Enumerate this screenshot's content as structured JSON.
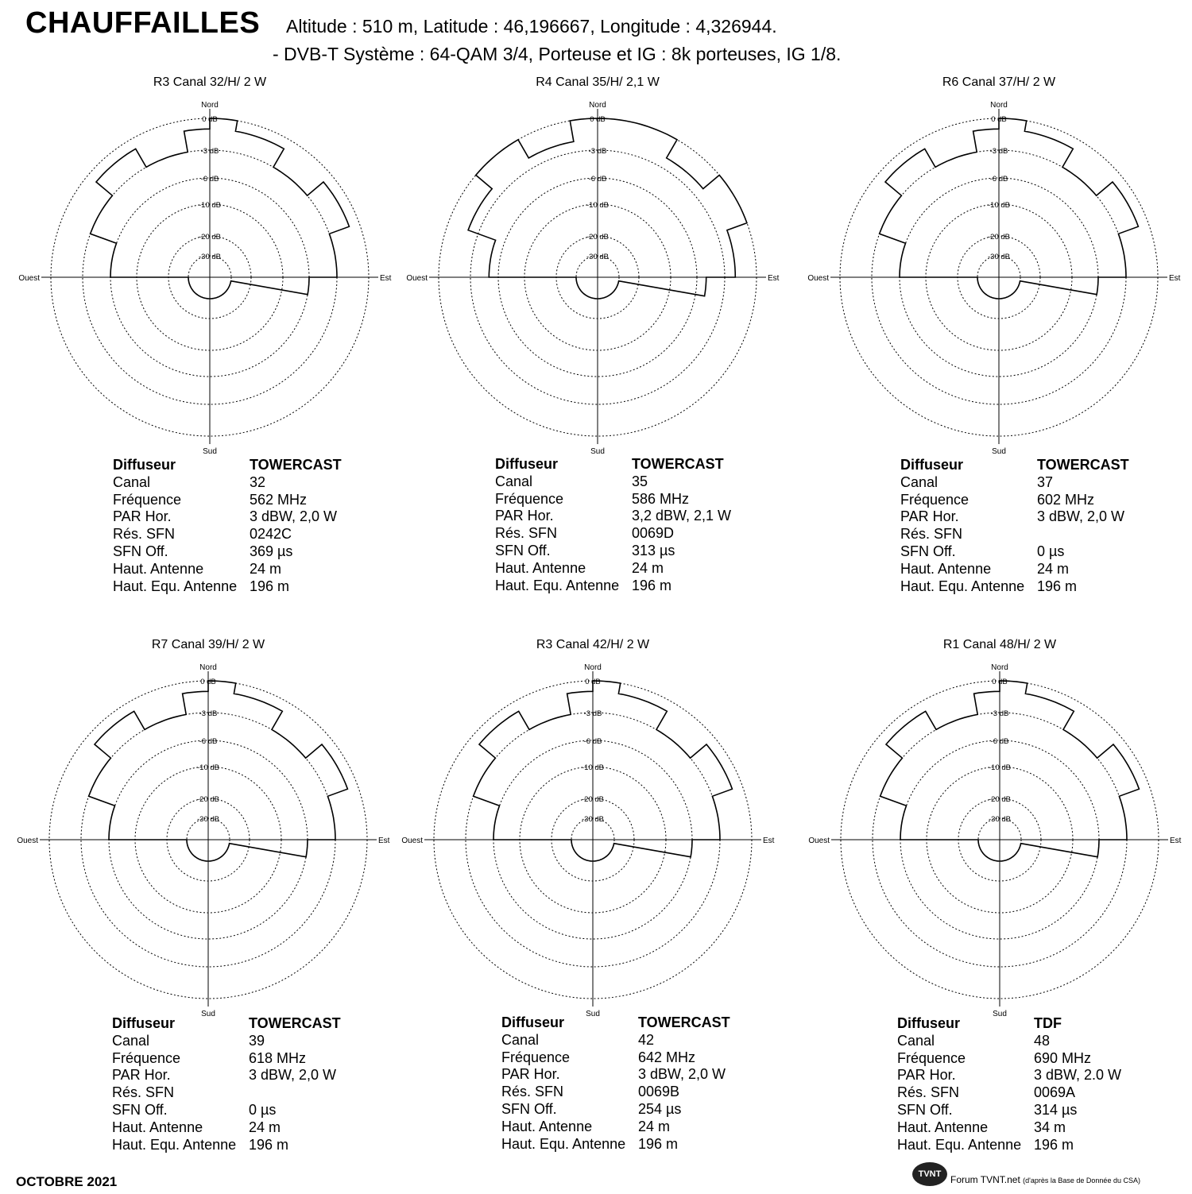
{
  "header": {
    "title": "CHAUFFAILLES",
    "line1": "Altitude : 510 m,  Latitude : 46,196667, Longitude : 4,326944.",
    "line2": "- DVB-T  Système : 64-QAM 3/4,  Porteuse et IG : 8k porteuses, IG 1/8."
  },
  "compass": {
    "north": "Nord",
    "south": "Sud",
    "east": "Est",
    "west": "Ouest"
  },
  "ring_labels": [
    "0 dB",
    "-3 dB",
    "-6 dB",
    "-10 dB",
    "-20 dB",
    "-30 dB"
  ],
  "field_labels": [
    "Diffuseur",
    "Canal",
    "Fréquence",
    "PAR Hor.",
    "Rés. SFN",
    "SFN Off.",
    "Haut. Antenne",
    "Haut. Equ. Antenne"
  ],
  "chart_data": [
    {
      "type": "polar",
      "title": "R3  Canal 32/H/ 2 W",
      "ring_levels_db": [
        0,
        -3,
        -6,
        -10,
        -20,
        -30
      ],
      "pattern": {
        "azimuth_deg": [
          0,
          10,
          30,
          50,
          70,
          90,
          100,
          180,
          260,
          270,
          290,
          310,
          330,
          350,
          360
        ],
        "gain_db": [
          0,
          -1,
          -3,
          -1,
          -3,
          -6,
          -30,
          -30,
          -30,
          -6,
          -3,
          -1,
          -3,
          -1,
          0
        ]
      },
      "info": [
        "TOWERCAST",
        "32",
        "562 MHz",
        "3 dBW, 2,0 W",
        "0242C",
        "369 µs",
        "24 m",
        "196 m"
      ]
    },
    {
      "type": "polar",
      "title": "R4  Canal 35/H/ 2,1 W",
      "ring_levels_db": [
        0,
        -3,
        -6,
        -10,
        -20,
        -30
      ],
      "pattern": {
        "azimuth_deg": [
          0,
          10,
          30,
          50,
          70,
          90,
          100,
          180,
          260,
          270,
          290,
          310,
          330,
          350,
          360
        ],
        "gain_db": [
          0,
          0,
          -2,
          0,
          -2,
          -5,
          -30,
          -30,
          -30,
          -5,
          -2,
          0,
          -2,
          0,
          0
        ]
      },
      "info": [
        "TOWERCAST",
        "35",
        "586 MHz",
        "3,2 dBW, 2,1 W",
        "0069D",
        "313 µs",
        "24 m",
        "196 m"
      ]
    },
    {
      "type": "polar",
      "title": "R6  Canal 37/H/ 2 W",
      "ring_levels_db": [
        0,
        -3,
        -6,
        -10,
        -20,
        -30
      ],
      "pattern": {
        "azimuth_deg": [
          0,
          10,
          30,
          50,
          70,
          90,
          100,
          180,
          260,
          270,
          290,
          310,
          330,
          350,
          360
        ],
        "gain_db": [
          0,
          -1,
          -3,
          -1,
          -3,
          -6,
          -30,
          -30,
          -30,
          -6,
          -3,
          -1,
          -3,
          -1,
          0
        ]
      },
      "info": [
        "TOWERCAST",
        "37",
        "602 MHz",
        "3 dBW, 2,0 W",
        "",
        "0 µs",
        "24 m",
        "196 m"
      ]
    },
    {
      "type": "polar",
      "title": "R7   Canal 39/H/ 2 W",
      "ring_levels_db": [
        0,
        -3,
        -6,
        -10,
        -20,
        -30
      ],
      "pattern": {
        "azimuth_deg": [
          0,
          10,
          30,
          50,
          70,
          90,
          100,
          180,
          260,
          270,
          290,
          310,
          330,
          350,
          360
        ],
        "gain_db": [
          0,
          -1,
          -3,
          -1,
          -3,
          -6,
          -30,
          -30,
          -30,
          -6,
          -3,
          -1,
          -3,
          -1,
          0
        ]
      },
      "info": [
        "TOWERCAST",
        "39",
        "618 MHz",
        "3 dBW, 2,0 W",
        "",
        "0 µs",
        "24 m",
        "196 m"
      ]
    },
    {
      "type": "polar",
      "title": "R3  Canal 42/H/ 2 W",
      "ring_levels_db": [
        0,
        -3,
        -6,
        -10,
        -20,
        -30
      ],
      "pattern": {
        "azimuth_deg": [
          0,
          10,
          30,
          50,
          70,
          90,
          100,
          180,
          260,
          270,
          290,
          310,
          330,
          350,
          360
        ],
        "gain_db": [
          0,
          -1,
          -3,
          -1,
          -3,
          -6,
          -30,
          -30,
          -30,
          -6,
          -3,
          -1,
          -3,
          -1,
          0
        ]
      },
      "info": [
        "TOWERCAST",
        "42",
        "642 MHz",
        "3 dBW, 2,0 W",
        "0069B",
        "254 µs",
        "24 m",
        "196 m"
      ]
    },
    {
      "type": "polar",
      "title": "R1  Canal 48/H/ 2 W",
      "ring_levels_db": [
        0,
        -3,
        -6,
        -10,
        -20,
        -30
      ],
      "pattern": {
        "azimuth_deg": [
          0,
          10,
          30,
          50,
          70,
          90,
          100,
          180,
          260,
          270,
          290,
          310,
          330,
          350,
          360
        ],
        "gain_db": [
          0,
          -1,
          -3,
          -1,
          -3,
          -6,
          -30,
          -30,
          -30,
          -6,
          -3,
          -1,
          -3,
          -1,
          0
        ]
      },
      "info": [
        "TDF",
        "48",
        "690 MHz",
        "3 dBW, 2.0 W",
        "0069A",
        "314 µs",
        "34 m",
        "196 m"
      ]
    }
  ],
  "footer": {
    "date": "OCTOBRE 2021",
    "logo": "TVNT",
    "source": "Forum TVNT.net",
    "source_note": "(d'après la Base de Donnée du CSA)"
  }
}
